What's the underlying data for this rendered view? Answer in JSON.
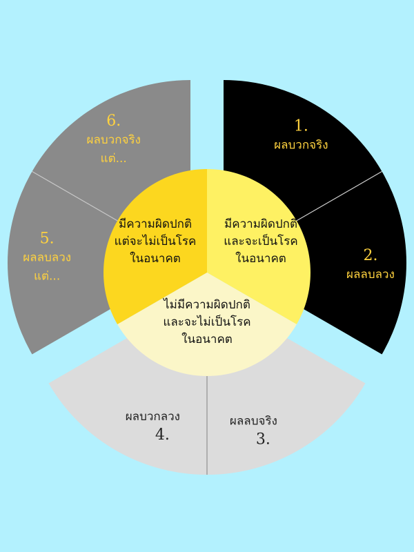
{
  "background_color": "#b3f1fe",
  "inner": [
    {
      "id": "left",
      "lines": [
        "มีความผิดปกติ",
        "แต่จะไม่เป็นโรค",
        "ในอนาคต"
      ],
      "color": "#fcd71f"
    },
    {
      "id": "right",
      "lines": [
        "มีความผิดปกติ",
        "และจะเป็นโรค",
        "ในอนาคต"
      ],
      "color": "#fef163"
    },
    {
      "id": "bottom",
      "lines": [
        "ไม่มีความผิดปกติ",
        "และจะไม่เป็นโรค",
        "ในอนาคต"
      ],
      "color": "#fbf6c8"
    }
  ],
  "outer": [
    {
      "id": "1",
      "number": "1.",
      "label_lines": [
        "ผลบวกจริง"
      ],
      "color": "#000000",
      "text_color": "#ffd23f"
    },
    {
      "id": "2",
      "number": "2.",
      "label_lines": [
        "ผลลบลวง"
      ],
      "color": "#000000",
      "text_color": "#ffd23f"
    },
    {
      "id": "3",
      "number": "3.",
      "label_lines": [
        "ผลลบจริง"
      ],
      "color": "#dcdcdc",
      "text_color": "#222222"
    },
    {
      "id": "4",
      "number": "4.",
      "label_lines": [
        "ผลบวกลวง"
      ],
      "color": "#dcdcdc",
      "text_color": "#222222"
    },
    {
      "id": "5",
      "number": "5.",
      "label_lines": [
        "ผลลบลวง",
        "แต่..."
      ],
      "color": "#8a8a8a",
      "text_color": "#ffd23f"
    },
    {
      "id": "6",
      "number": "6.",
      "label_lines": [
        "ผลบวกจริง",
        "แต่..."
      ],
      "color": "#8a8a8a",
      "text_color": "#ffd23f"
    }
  ]
}
